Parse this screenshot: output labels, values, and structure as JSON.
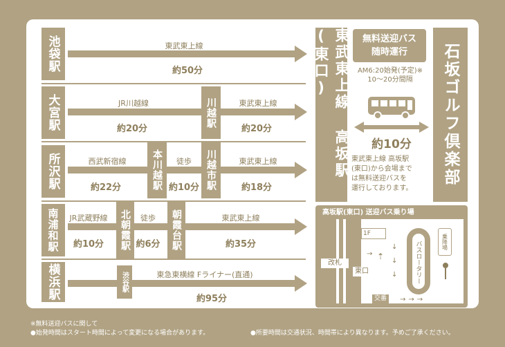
{
  "routes": [
    {
      "station": "池袋駅",
      "segments": [
        {
          "line": "東武東上線",
          "time": "約50分"
        }
      ]
    },
    {
      "station": "大宮駅",
      "segments": [
        {
          "line": "JR川越線",
          "time": "約20分"
        },
        {
          "transfer": "川越駅"
        },
        {
          "line": "東武東上線",
          "time": "約20分"
        }
      ]
    },
    {
      "station": "所沢駅",
      "segments": [
        {
          "line": "西武新宿線",
          "time": "約22分"
        },
        {
          "transfer": "本川越駅"
        },
        {
          "line": "徒歩",
          "time": "約10分"
        },
        {
          "transfer": "川越市駅"
        },
        {
          "line": "東武東上線",
          "time": "約18分"
        }
      ]
    },
    {
      "station": "南浦和駅",
      "segments": [
        {
          "line": "JR武蔵野線",
          "time": "約10分"
        },
        {
          "transfer": "北朝霞駅"
        },
        {
          "line": "徒歩",
          "time": "約6分"
        },
        {
          "transfer": "朝霞台駅"
        },
        {
          "line": "東武東上線",
          "time": "約35分"
        }
      ]
    },
    {
      "station": "横浜駅",
      "segments": [
        {
          "line": "東急東横線 Fライナー(直通)",
          "time": "約95分"
        },
        {
          "transfer": "渋谷駅"
        }
      ]
    }
  ],
  "destination_station": "東武東上線 高坂駅(東口)",
  "bus": {
    "title": "無料送迎バス 随時運行",
    "title_line1": "無料送迎バス",
    "title_line2": "随時運行",
    "schedule_line1": "AM6:20始発(予定)※",
    "schedule_line2": "10〜20分間隔",
    "travel_time": "約10分",
    "description": "東武東上線 高坂駅(東口)から会場までは無料送迎バスを運行しております。",
    "desc_lines": [
      "東武東上線 高坂駅",
      "(東口)から会場まで",
      "は無料送迎バスを",
      "運行しております。"
    ]
  },
  "club_name": "石坂ゴルフ倶楽部",
  "map": {
    "title": "高坂駅(東口) 送迎バス乗り場",
    "labels": {
      "ticket_gate": "改札",
      "east_exit": "東口",
      "floor": "1F",
      "rotary": "バスロータリー",
      "bus_stop": "乗降場",
      "police_box": "交番"
    }
  },
  "notes": {
    "heading": "※無料送迎バスに関して",
    "note1": "●始発時間はスタート時間によって変更になる場合があります。",
    "note2": "●所要時間は交通状況、時間帯により異なります。予めご了承ください。"
  },
  "colors": {
    "accent": "#b0a283",
    "text": "#8e7f5c",
    "panel": "#ffffff"
  }
}
